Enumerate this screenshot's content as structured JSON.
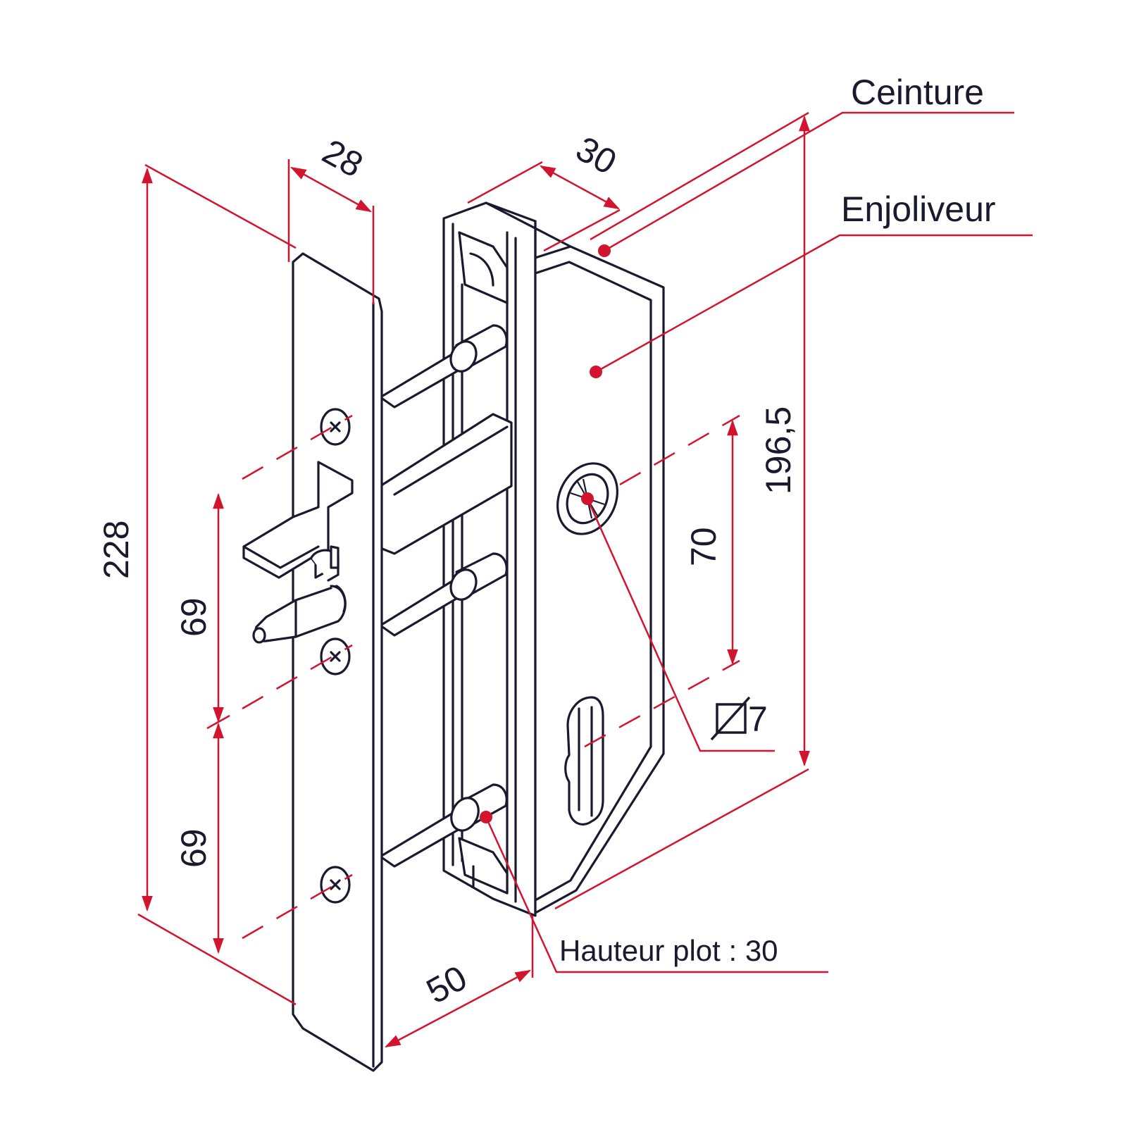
{
  "labels": {
    "ceinture": "Ceinture",
    "enjoliveur": "Enjoliveur",
    "hauteur_plot": "Hauteur plot : 30",
    "diameter": "7"
  },
  "dimensions": {
    "total_height": "228",
    "width_top": "28",
    "depth": "30",
    "body_height": "196,5",
    "spacing_upper": "69",
    "spacing_lower": "69",
    "cylinder_spacing": "70",
    "projection": "50"
  },
  "colors": {
    "dimension_lines": "#d2142f",
    "outline": "#1a1a2e",
    "background": "#ffffff"
  }
}
